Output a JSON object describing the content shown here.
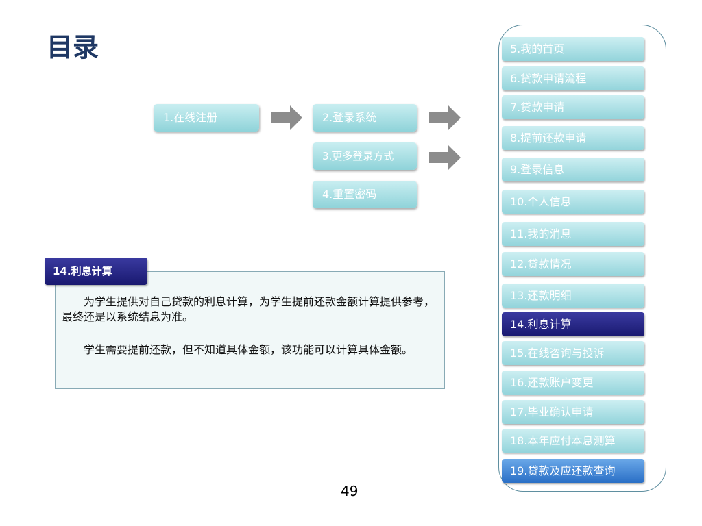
{
  "title": "目录",
  "flow": {
    "register": "1.在线注册",
    "login": "2.登录系统",
    "more_login": "3.更多登录方式",
    "reset_password": "4.重置密码"
  },
  "nav": [
    "5.我的首页",
    "6.贷款申请流程",
    "7.贷款申请",
    "8.提前还款申请",
    "9.登录信息",
    "10.个人信息",
    "11.我的消息",
    "12.贷款情况",
    "13.还款明细",
    "14.利息计算",
    "15.在线咨询与投诉",
    "16.还款账户变更",
    "17.毕业确认申请",
    "18.本年应付本息测算",
    "19.贷款及应还款查询"
  ],
  "section": {
    "heading": "14.利息计算",
    "paragraph1": "为学生提供对自己贷款的利息计算，为学生提前还款金额计算提供参考，最终还是以系统结息为准。",
    "paragraph2": "学生需要提前还款，但不知道具体金额，该功能可以计算具体金额。"
  },
  "page_number": "49",
  "colors": {
    "title": "#1f3864",
    "flow_box": "#8fd3d9",
    "active_nav": "#191970",
    "highlight_nav": "#2a6fc6",
    "arrow": "#8c8c8c"
  },
  "icons": {
    "arrow": "right-arrow-icon"
  }
}
